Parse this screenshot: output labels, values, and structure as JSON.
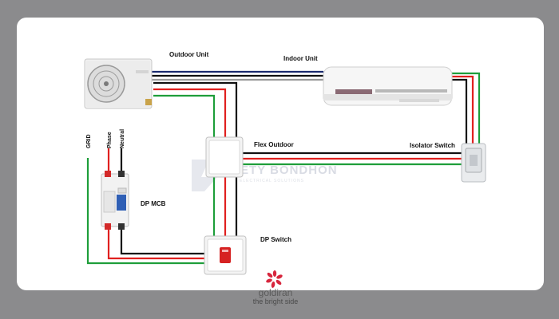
{
  "labels": {
    "outdoor_unit": "Outdoor Unit",
    "indoor_unit": "Indoor Unit",
    "flex_outdoor": "Flex Outdoor",
    "isolator_switch": "Isolator Switch",
    "dp_mcb": "DP MCB",
    "dp_switch": "DP Switch",
    "grid": "GRID",
    "phase": "Phase",
    "neutral": "Neutral"
  },
  "watermark": {
    "text": "SAFETY BONDHON",
    "subtext": "ELECTRICAL SOLUTIONS"
  },
  "brand": {
    "name": "goldiran",
    "tagline": "the bright side"
  },
  "colors": {
    "background": "#8b8b8d",
    "card": "#ffffff",
    "wire_black": "#111111",
    "wire_red": "#e0201f",
    "wire_green": "#1e9e3a",
    "wire_blue": "#1a2a6e",
    "brand_red": "#d7263d"
  }
}
